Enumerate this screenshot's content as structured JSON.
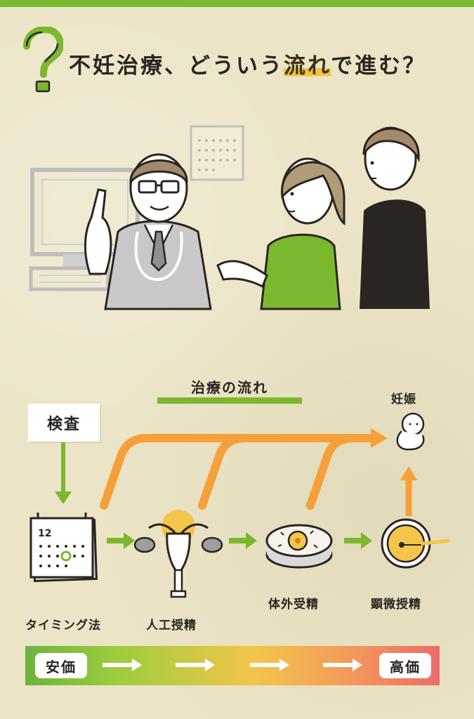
{
  "colors": {
    "green": "#7ab82e",
    "orange": "#f5a03a",
    "gray": "#c8c8c8",
    "black": "#2a2422",
    "background": "#ebe4c6"
  },
  "header": {
    "title_part1": "不妊治療、どういう",
    "title_highlight": "流れ",
    "title_part2": "で進む？",
    "icon": "question-mark-icon"
  },
  "illustration": {
    "figures": [
      "doctor",
      "woman",
      "man",
      "computer-monitor",
      "wall-calendar"
    ]
  },
  "flow": {
    "title": "治療の流れ",
    "exam": "検査",
    "pregnancy": "妊娠",
    "steps": [
      {
        "label": "タイミング法",
        "icon": "calendar-icon",
        "calendar_number": "12"
      },
      {
        "label": "人工授精",
        "icon": "uterus-icon"
      },
      {
        "label": "体外受精",
        "icon": "petri-dish-icon"
      },
      {
        "label": "顕微授精",
        "icon": "microinjection-icon"
      }
    ]
  },
  "cost_bar": {
    "low": "安価",
    "high": "高価"
  }
}
